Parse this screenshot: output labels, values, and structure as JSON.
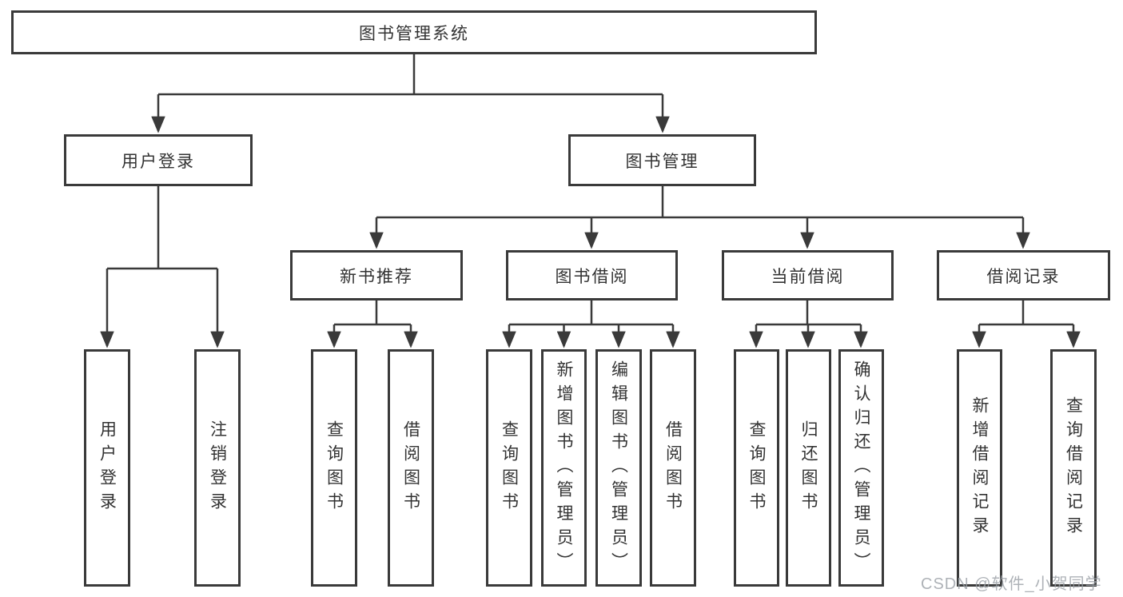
{
  "diagram_type": "hierarchy-tree",
  "colors": {
    "line": "#3a3a3a",
    "box_border": "#3a3a3a",
    "box_fill": "#ffffff",
    "text": "#333333",
    "background": "#ffffff",
    "watermark": "#9aa0a6"
  },
  "tree": {
    "label": "图书管理系统",
    "children": [
      {
        "label": "用户登录",
        "children": [
          {
            "label": "用户登录"
          },
          {
            "label": "注销登录"
          }
        ]
      },
      {
        "label": "图书管理",
        "children": [
          {
            "label": "新书推荐",
            "children": [
              {
                "label": "查询图书"
              },
              {
                "label": "借阅图书"
              }
            ]
          },
          {
            "label": "图书借阅",
            "children": [
              {
                "label": "查询图书"
              },
              {
                "label": "新增图书（管理员）"
              },
              {
                "label": "编辑图书（管理员）"
              },
              {
                "label": "借阅图书"
              }
            ]
          },
          {
            "label": "当前借阅",
            "children": [
              {
                "label": "查询图书"
              },
              {
                "label": "归还图书"
              },
              {
                "label": "确认归还（管理员）"
              }
            ]
          },
          {
            "label": "借阅记录",
            "children": [
              {
                "label": "新增借阅记录"
              },
              {
                "label": "查询借阅记录"
              }
            ]
          }
        ]
      }
    ]
  },
  "watermark": "CSDN @软件_小贺同学"
}
